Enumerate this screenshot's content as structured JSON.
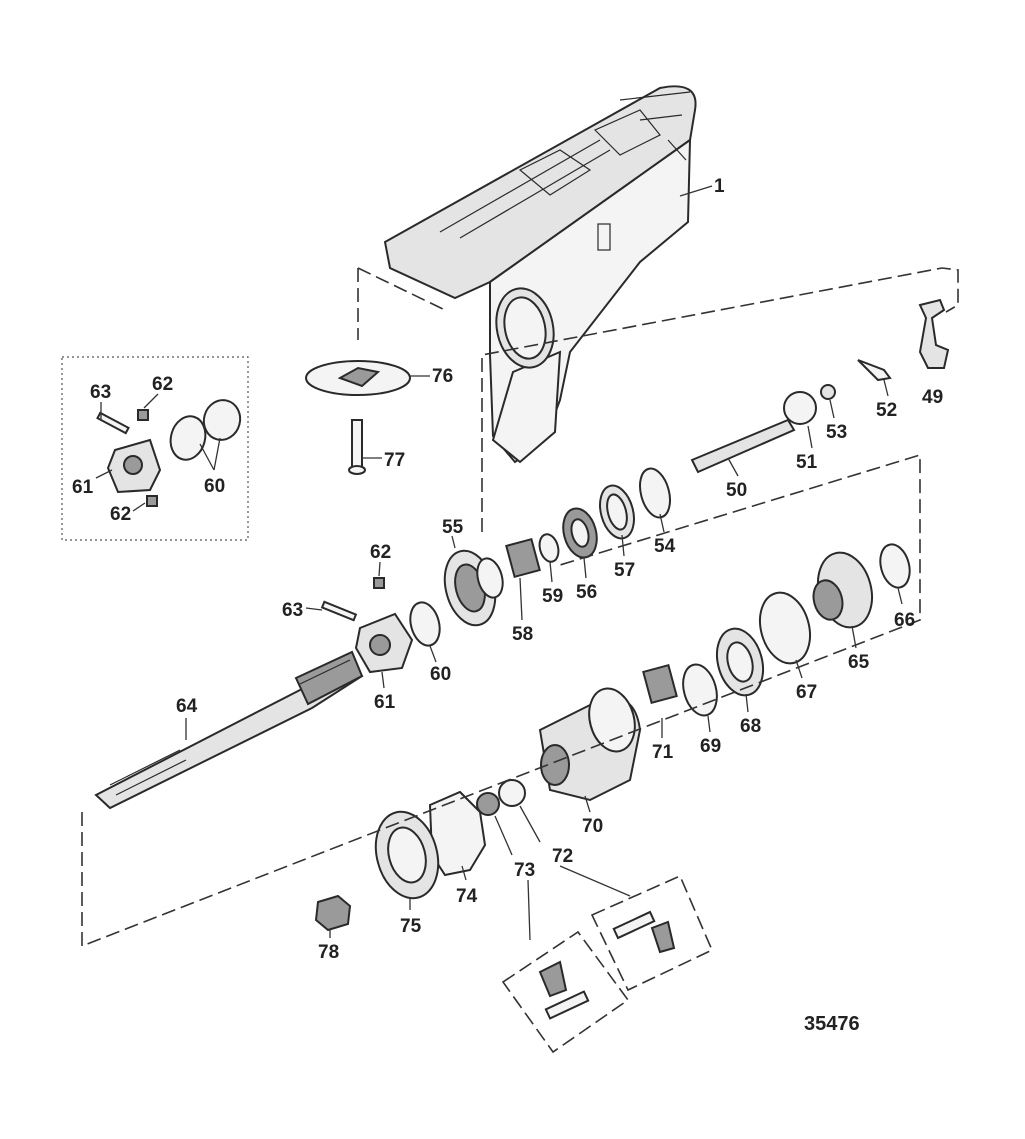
{
  "diagram": {
    "drawing_number": "35476",
    "callouts": [
      {
        "id": "c1",
        "label": "1"
      },
      {
        "id": "c76",
        "label": "76"
      },
      {
        "id": "c77",
        "label": "77"
      },
      {
        "id": "c49",
        "label": "49"
      },
      {
        "id": "c52",
        "label": "52"
      },
      {
        "id": "c53",
        "label": "53"
      },
      {
        "id": "c51",
        "label": "51"
      },
      {
        "id": "c50",
        "label": "50"
      },
      {
        "id": "c54",
        "label": "54"
      },
      {
        "id": "c57",
        "label": "57"
      },
      {
        "id": "c56",
        "label": "56"
      },
      {
        "id": "c59",
        "label": "59"
      },
      {
        "id": "c58",
        "label": "58"
      },
      {
        "id": "c55",
        "label": "55"
      },
      {
        "id": "c62a",
        "label": "62"
      },
      {
        "id": "c63a",
        "label": "63"
      },
      {
        "id": "c60a",
        "label": "60"
      },
      {
        "id": "c61a",
        "label": "61"
      },
      {
        "id": "c64",
        "label": "64"
      },
      {
        "id": "c66",
        "label": "66"
      },
      {
        "id": "c65",
        "label": "65"
      },
      {
        "id": "c67",
        "label": "67"
      },
      {
        "id": "c68",
        "label": "68"
      },
      {
        "id": "c69",
        "label": "69"
      },
      {
        "id": "c71",
        "label": "71"
      },
      {
        "id": "c70",
        "label": "70"
      },
      {
        "id": "c72",
        "label": "72"
      },
      {
        "id": "c73",
        "label": "73"
      },
      {
        "id": "c74",
        "label": "74"
      },
      {
        "id": "c75",
        "label": "75"
      },
      {
        "id": "c78",
        "label": "78"
      },
      {
        "id": "i63",
        "label": "63"
      },
      {
        "id": "i62a",
        "label": "62"
      },
      {
        "id": "i61",
        "label": "61"
      },
      {
        "id": "i60",
        "label": "60"
      },
      {
        "id": "i62b",
        "label": "62"
      }
    ]
  }
}
